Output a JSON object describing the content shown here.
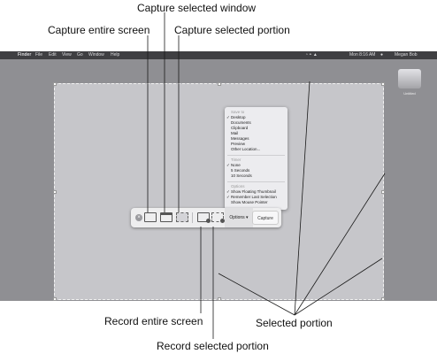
{
  "callouts": {
    "capture_window": "Capture selected window",
    "capture_screen": "Capture entire screen",
    "capture_portion": "Capture selected portion",
    "record_screen": "Record entire screen",
    "record_portion": "Record selected portion",
    "selected_portion": "Selected portion"
  },
  "menubar": {
    "apple": "",
    "items": [
      "Finder",
      "File",
      "Edit",
      "View",
      "Go",
      "Window",
      "Help"
    ],
    "clock": "Mon 8:16 AM",
    "user": "Megan Bob"
  },
  "desktop": {
    "drive_label": "Untitled"
  },
  "toolbar": {
    "options_label": "Options ▾",
    "capture_label": "Capture"
  },
  "options_menu": {
    "save_header": "Save to",
    "save_items": [
      "Desktop",
      "Documents",
      "Clipboard",
      "Mail",
      "Messages",
      "Preview",
      "Other Location..."
    ],
    "timer_header": "Timer",
    "timer_items": [
      "None",
      "5 Seconds",
      "10 Seconds"
    ],
    "options_header": "Options",
    "option_items": [
      "Show Floating Thumbnail",
      "Remember Last Selection",
      "Show Mouse Pointer"
    ]
  }
}
